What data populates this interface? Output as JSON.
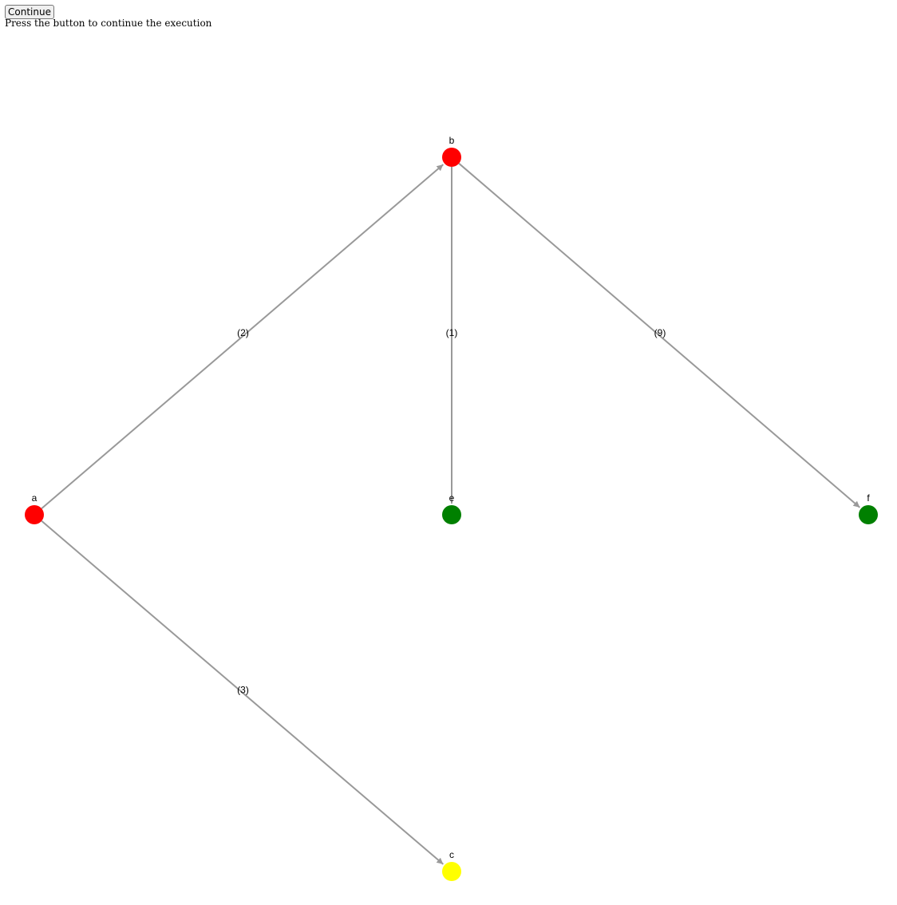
{
  "toolbar": {
    "continue_label": "Continue"
  },
  "status_text": "Press the button to continue the execution",
  "graph": {
    "colors": {
      "edge": "#999999",
      "red": "#ff0000",
      "green": "#008000",
      "yellow": "#ffff00"
    },
    "nodes": [
      {
        "id": "b",
        "label": "b",
        "color": "red"
      },
      {
        "id": "a",
        "label": "a",
        "color": "red"
      },
      {
        "id": "e",
        "label": "e",
        "color": "green"
      },
      {
        "id": "f",
        "label": "f",
        "color": "green"
      },
      {
        "id": "c",
        "label": "c",
        "color": "yellow"
      }
    ],
    "edges": [
      {
        "source": "a",
        "target": "b",
        "label": "(2)",
        "directed": true
      },
      {
        "source": "b",
        "target": "e",
        "label": "(1)",
        "directed": false
      },
      {
        "source": "b",
        "target": "f",
        "label": "(9)",
        "directed": true
      },
      {
        "source": "a",
        "target": "c",
        "label": "(3)",
        "directed": true
      }
    ]
  }
}
